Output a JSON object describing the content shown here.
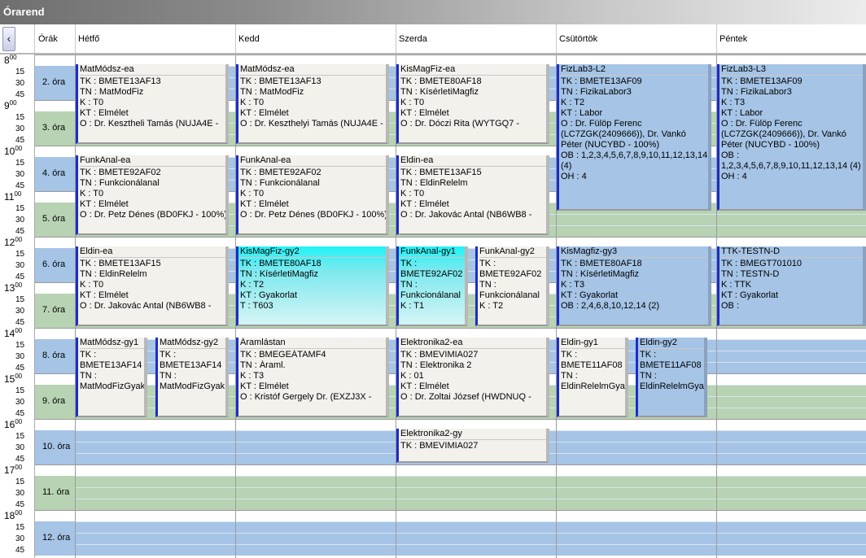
{
  "title": "Órarend",
  "header": {
    "hours_label": "Órák",
    "days": [
      "Hétfő",
      "Kedd",
      "Szerda",
      "Csütörtök",
      "Péntek"
    ]
  },
  "times": {
    "hours": [
      "8",
      "9",
      "10",
      "11",
      "12",
      "13",
      "14",
      "15",
      "16",
      "17",
      "18"
    ],
    "hour_suffix": "00",
    "minutes": [
      "15",
      "30",
      "45"
    ]
  },
  "slots": [
    "2. óra",
    "3. óra",
    "4. óra",
    "5. óra",
    "6. óra",
    "7. óra",
    "8. óra",
    "9. óra",
    "10. óra",
    "11. óra",
    "12. óra"
  ],
  "events": [
    {
      "title": "MatMódsz-ea",
      "lines": [
        "TK : BMETE13AF13",
        "TN : MatModFiz",
        "K : T0",
        "KT : Elmélet",
        "O :  Dr. Kesztheli Tamás (NUJA4E -"
      ]
    },
    {
      "title": "MatMódsz-ea",
      "lines": [
        "TK : BMETE13AF13",
        "TN : MatModFiz",
        "K : T0",
        "KT : Elmélet",
        "O :  Dr. Keszthelyi Tamás (NUJA4E -"
      ]
    },
    {
      "title": "KisMagFiz-ea",
      "lines": [
        "TK : BMETE80AF18",
        "TN : KísérletiMagfiz",
        "K : T0",
        "KT : Elmélet",
        "O :  Dr. Dóczi  Rita (WYTGQ7 -"
      ]
    },
    {
      "title": "FizLab3-L2",
      "lines": [
        "TK : BMETE13AF09",
        "TN : FizikaLabor3",
        "K : T2",
        "KT : Labor",
        "O :  Dr. Fülöp Ferenc (LC7ZGK(2409666)), Dr. Vankó Péter (NUCYBD - 100%)",
        "OB : 1,2,3,4,5,6,7,8,9,10,11,12,13,14 (4)",
        "OH : 4"
      ]
    },
    {
      "title": "FizLab3-L3",
      "lines": [
        "TK : BMETE13AF09",
        "TN : FizikaLabor3",
        "K : T3",
        "KT : Labor",
        "O :  Dr. Fülöp Ferenc (LC7ZGK(2409666)), Dr. Vankó Péter (NUCYBD - 100%)",
        "OB : 1,2,3,4,5,6,7,8,9,10,11,12,13,14 (4)",
        "OH : 4"
      ]
    },
    {
      "title": "FunkAnal-ea",
      "lines": [
        "TK : BMETE92AF02",
        "TN : Funkcionálanal",
        "K : T0",
        "KT : Elmélet",
        "O :  Dr. Petz Dénes (BD0FKJ - 100%)"
      ]
    },
    {
      "title": "FunkAnal-ea",
      "lines": [
        "TK : BMETE92AF02",
        "TN : Funkcionálanal",
        "K : T0",
        "KT : Elmélet",
        "O :  Dr. Petz Dénes (BD0FKJ - 100%)"
      ]
    },
    {
      "title": "Eldin-ea",
      "lines": [
        "TK : BMETE13AF15",
        "TN : EldinRelelm",
        "K : T0",
        "KT : Elmélet",
        "O :  Dr. Jakovác Antal (NB6WB8 -"
      ]
    },
    {
      "title": "Eldin-ea",
      "lines": [
        "TK : BMETE13AF15",
        "TN : EldinRelelm",
        "K : T0",
        "KT : Elmélet",
        "O :  Dr. Jakovác Antal (NB6WB8 -"
      ]
    },
    {
      "title": "KisMagFiz-gy2",
      "lines": [
        "TK : BMETE80AF18",
        "TN : KísérletiMagfiz",
        "K : T2",
        "KT : Gyakorlat",
        "T : T603"
      ]
    },
    {
      "title": "FunkAnal-gy1",
      "lines": [
        "TK : BMETE92AF02",
        "TN : Funkcionálanal",
        "K : T1"
      ]
    },
    {
      "title": "FunkAnal-gy2",
      "lines": [
        "TK : BMETE92AF02",
        "TN : Funkcionálanal",
        "K : T2"
      ]
    },
    {
      "title": "KisMagfiz-gy3",
      "lines": [
        "TK : BMETE80AF18",
        "TN : KísérletiMagfiz",
        "K : T3",
        "KT : Gyakorlat",
        "OB : 2,4,6,8,10,12,14 (2)"
      ]
    },
    {
      "title": "TTK-TESTN-D",
      "lines": [
        "TK : BMEGT701010",
        "TN : TESTN-D",
        "K : TTK",
        "KT : Gyakorlat",
        "OB :"
      ]
    },
    {
      "title": "MatMódsz-gy1",
      "lines": [
        "TK : BMETE13AF14",
        "TN : MatModFizGyak"
      ]
    },
    {
      "title": "MatMódsz-gy2",
      "lines": [
        "TK : BMETE13AF14",
        "TN : MatModFizGyak"
      ]
    },
    {
      "title": "Áramlástan",
      "lines": [
        "TK : BMEGEÁTAMF4",
        "TN : Áraml.",
        "K : T3",
        "KT : Elmélet",
        "O :  Kristóf Gergely Dr. (EXZJ3X -"
      ]
    },
    {
      "title": "Elektronika2-ea",
      "lines": [
        "TK : BMEVIMIA027",
        "TN : Elektronika 2",
        "K : 01",
        "KT : Elmélet",
        "O :  Dr. Zoltai József (HWDNUQ -"
      ]
    },
    {
      "title": "Eldin-gy1",
      "lines": [
        "TK : BMETE11AF08",
        "TN : EldinRelelmGyak"
      ]
    },
    {
      "title": "Eldin-gy2",
      "lines": [
        "TK : BMETE11AF08",
        "TN : EldinRelelmGyak"
      ]
    },
    {
      "title": "Elektronika2-gy",
      "lines": [
        "TK : BMEVIMIA027"
      ]
    }
  ]
}
